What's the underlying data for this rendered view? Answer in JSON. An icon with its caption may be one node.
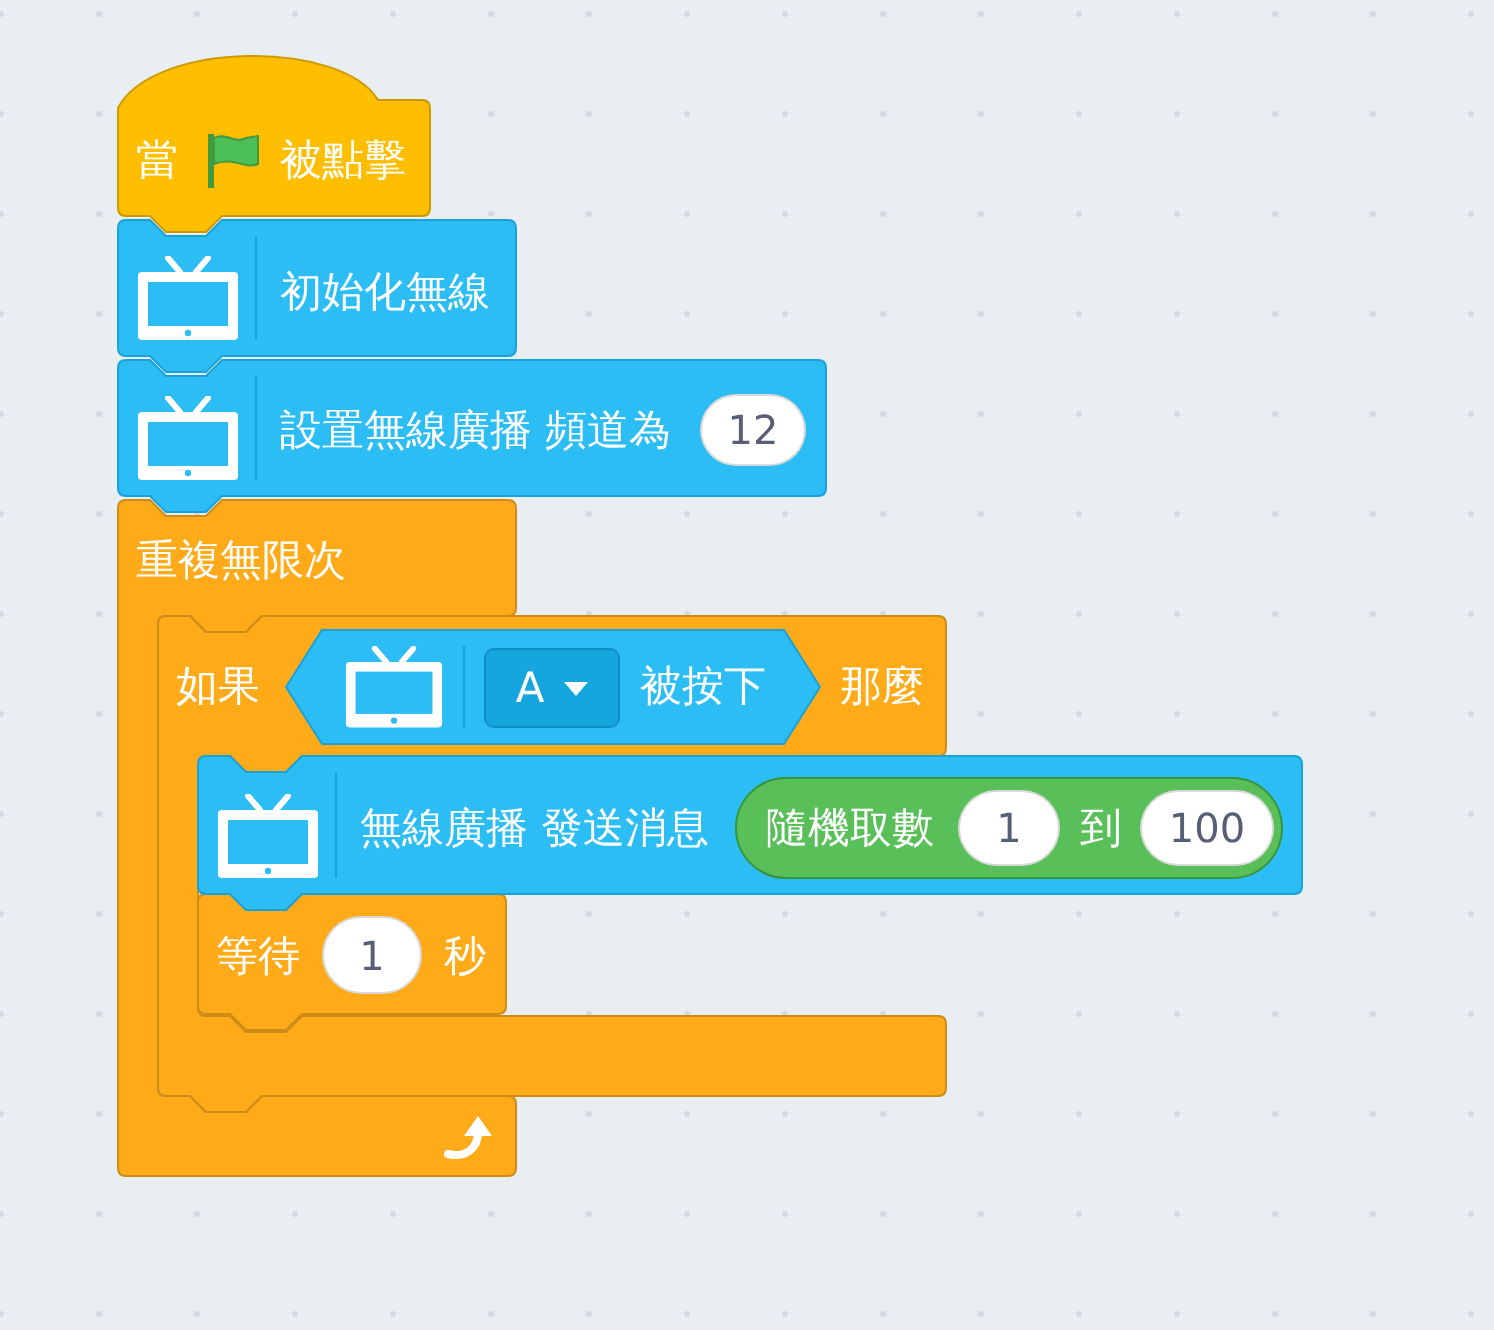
{
  "diagram": {
    "nodes": [
      {
        "text": [
          "當",
          "被點擊"
        ]
      },
      {
        "text": [
          "初始化無線"
        ]
      },
      {
        "text": [
          "設置無線廣播 頻道為"
        ]
      },
      {
        "text": [
          "12"
        ],
        "in": 2
      },
      {
        "text": [
          "重複無限次"
        ]
      },
      {
        "text": [
          "如果",
          "那麼"
        ]
      },
      {
        "text": [
          "被按下"
        ],
        "in": 5
      },
      {
        "text": [
          "A"
        ],
        "in": 6
      },
      {
        "text": [
          "無線廣播 發送消息"
        ]
      },
      {
        "text": [
          "隨機取數",
          "到"
        ],
        "in": 8
      },
      {
        "text": [
          "1"
        ],
        "in": 9
      },
      {
        "text": [
          "100"
        ],
        "in": 9
      },
      {
        "text": [
          "等待",
          "秒"
        ],
        "in": 5
      },
      {
        "text": [
          "1"
        ],
        "in": 12
      }
    ]
  }
}
